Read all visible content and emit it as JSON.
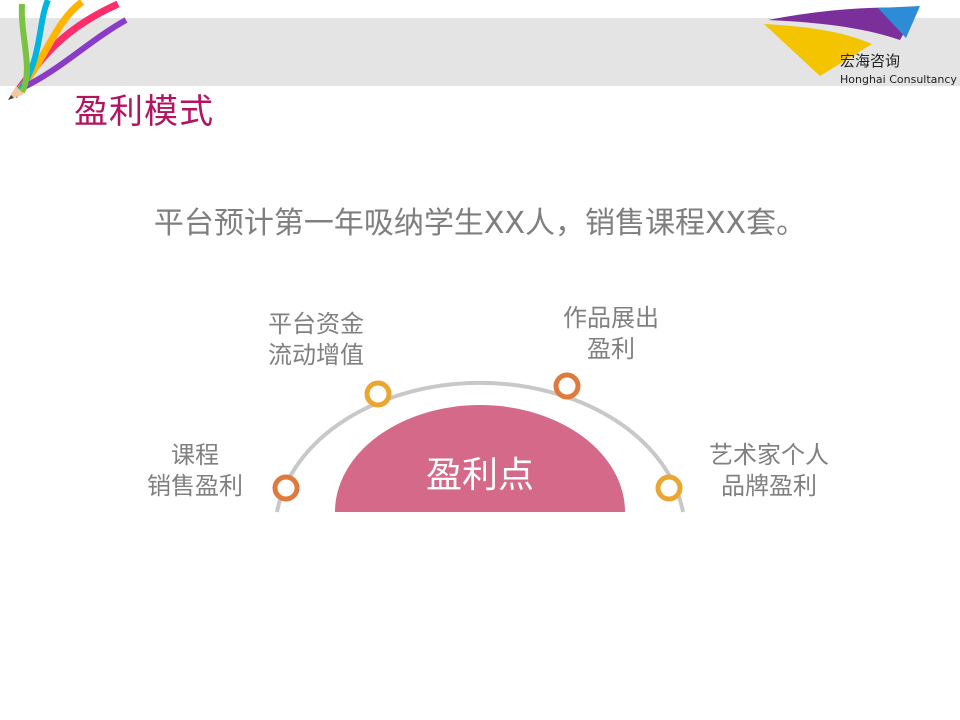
{
  "slide": {
    "title": "盈利模式",
    "subtitle": "平台预计第一年吸纳学生XX人，销售课程XX套。",
    "center": "盈利点"
  },
  "brand": {
    "name": "宏海咨询",
    "english": "Honghai Consultancy"
  },
  "points": [
    {
      "line1": "课程",
      "line2": "销售盈利"
    },
    {
      "line1": "平台资金",
      "line2": "流动增值"
    },
    {
      "line1": "作品展出",
      "line2": "盈利"
    },
    {
      "line1": "艺术家个人",
      "line2": "品牌盈利"
    }
  ],
  "colors": {
    "title": "#b5125f",
    "center_fill": "#d4698a",
    "arc": "#c8c8c8",
    "ring_orange": "#e07a3c",
    "ring_yellow": "#eba531",
    "text_gray": "#808080"
  }
}
